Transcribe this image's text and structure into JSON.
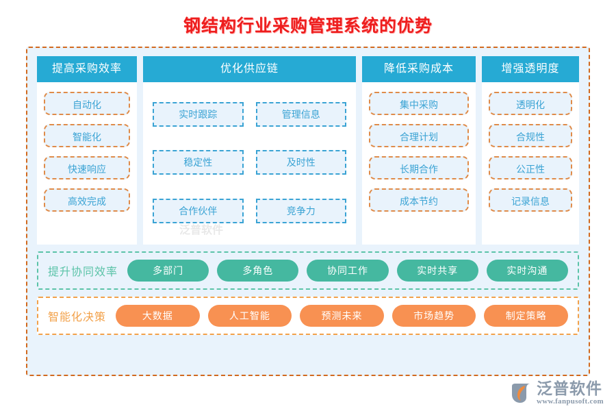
{
  "page": {
    "title": "钢结构行业采购管理系统的优势",
    "title_color": "#ee1d1d"
  },
  "colors": {
    "header_blue": "#26aad4",
    "chip_text_blue": "#3aa3d4",
    "chip_border_orange": "#df8b49",
    "chip_border_blue": "#3aa3d4",
    "band_teal": "#5bc3a8",
    "pill_teal": "#45b8a0",
    "band_orange": "#f2a14a",
    "pill_orange": "#f89152",
    "panel_bg": "#e9f3fc",
    "outer_border": "#d2691e"
  },
  "columns": [
    {
      "header": "提高采购效率",
      "style": "single",
      "items": [
        "自动化",
        "智能化",
        "快速响应",
        "高效完成"
      ]
    },
    {
      "header": "优化供应链",
      "style": "grid2",
      "items": [
        "实时跟踪",
        "管理信息",
        "稳定性",
        "及时性",
        "合作伙伴",
        "竞争力"
      ]
    },
    {
      "header": "降低采购成本",
      "style": "single",
      "items": [
        "集中采购",
        "合理计划",
        "长期合作",
        "成本节约"
      ]
    },
    {
      "header": "增强透明度",
      "style": "single",
      "items": [
        "透明化",
        "合规性",
        "公正性",
        "记录信息"
      ]
    }
  ],
  "bands": [
    {
      "label": "提升协同效率",
      "theme": "teal",
      "pills": [
        "多部门",
        "多角色",
        "协同工作",
        "实时共享",
        "实时沟通"
      ]
    },
    {
      "label": "智能化决策",
      "theme": "orange",
      "pills": [
        "大数据",
        "人工智能",
        "预测未来",
        "市场趋势",
        "制定策略"
      ]
    }
  ],
  "watermark": "泛普软件",
  "logo": {
    "name": "泛普软件",
    "url": "www.fanpusoft.com"
  }
}
